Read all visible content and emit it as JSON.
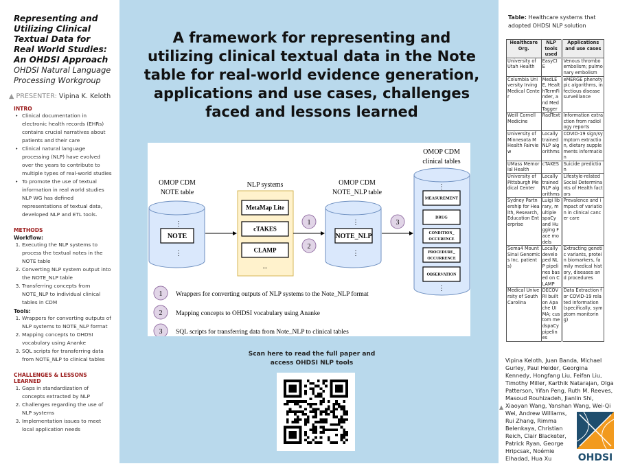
{
  "left": {
    "title": "Representing and Utilizing Clinical Textual Data for Real World Studies: An OHDSI Approach",
    "subtitle": "OHDSI Natural Language Processing Workgroup",
    "presenter_label": "PRESENTER:",
    "presenter_name": "Vipina K. Keloth",
    "intro_heading": "INTRO",
    "intro": [
      "Clinical documentation in electronic health records (EHRs) contains crucial narratives about patients and their care",
      "Clinical natural language processing (NLP) have evolved over the years to contribute to multiple types of real-world studies",
      "To promote the use of textual information in real world studies NLP WG has defined representations of textual data, developed NLP and ETL tools."
    ],
    "methods_heading": "METHODS",
    "workflow_heading": "Workflow:",
    "workflow": [
      "Executing the NLP systems to process the textual notes in the NOTE table",
      "Converting NLP system output into the NOTE_NLP table",
      "Transferring concepts from NOTE_NLP to individual clinical tables in CDM"
    ],
    "tools_heading": "Tools:",
    "tools": [
      "Wrappers for converting outputs of NLP systems to NOTE_NLP format",
      "Mapping concepts to OHDSI vocabulary using Ananke",
      "SQL scripts for transferring data from NOTE_NLP to clinical tables"
    ],
    "challenges_heading": "CHALLENGES & LESSONS LEARNED",
    "challenges": [
      "Gaps in standardization of concepts extracted by NLP",
      "Challenges regarding the use of NLP systems",
      "Implementation issues to meet local application needs"
    ]
  },
  "center": {
    "title": "A framework for representing and utilizing clinical textual data in the Note table for real-world evidence generation, applications and use cases, challenges faced and lessons learned",
    "scan_text": "Scan here to read the full paper and access OHDSI NLP tools"
  },
  "diagram": {
    "note_label": [
      "OMOP CDM",
      "NOTE table"
    ],
    "note_box": "NOTE",
    "nlp_label": "NLP systems",
    "nlp_systems": [
      "MetaMap Lite",
      "cTAKES",
      "CLAMP",
      "..."
    ],
    "note_nlp_label": [
      "OMOP CDM",
      "NOTE_NLP table"
    ],
    "note_nlp_box": "NOTE_NLP",
    "clinical_label": [
      "OMOP CDM",
      "clinical tables"
    ],
    "clinical_tables": [
      [
        "MEASUREMENT"
      ],
      [
        "DRUG"
      ],
      [
        "CONDITION_",
        "OCCURENCE"
      ],
      [
        "PROCEDURE_",
        "OCCURRENCE"
      ],
      [
        "OBSERVATION"
      ]
    ],
    "steps": [
      "1",
      "2",
      "3"
    ],
    "legend": [
      "Wrappers for converting outputs of NLP systems to the Note_NLP format",
      "Mapping concepts to OHDSI vocabulary using Ananke",
      "SQL scripts for transferring data from Note_NLP to clinical tables"
    ],
    "dots": "⋮"
  },
  "right": {
    "caption_bold": "Table:",
    "caption": "Healthcare systems that adopted OHDSI NLP solution",
    "columns": [
      "Healthcare Org.",
      "NLP tools used",
      "Applications and use cases"
    ],
    "rows": [
      [
        "University of Utah Health",
        "EasyCIE",
        "Venous thromboembolism; pulmonary embolism"
      ],
      [
        "Columbia University Irving Medical Center",
        "MedLEE, HealthTermFinder, and MedTagger",
        "eMERGE phenotypic algorithms, infectious disease surveillance"
      ],
      [
        "Weill Cornell Medicine",
        "RadText",
        "Information extraction from radiology reports"
      ],
      [
        "University of Minnesota M Health Fairview",
        "Locally trained NLP algorithms",
        "COVID-19 sign/symptom extraction, dietary supplements information"
      ],
      [
        "UMass Memorial Health",
        "cTAKES",
        "Suicide prediction"
      ],
      [
        "University of Pittsburgh Medical Center",
        "Locally trained NLP algorithms",
        "Lifestyle-related Social Determinants of Health factors"
      ],
      [
        "Sydney Partnership for Health, Research, Education Enterprise",
        "Luigi library, multiple spaCy and Hugging Face models",
        "Prevalence and impact of variation in clinical cancer care"
      ],
      [
        "Sema4 Mount Sinai Genomics Inc. patients)",
        "Locally developed NLP pipelines based on CLAMP",
        "Extracting genetic variants, protein biomarkers, family medical history, diseases and procedures"
      ],
      [
        "Medical University of South Carolina",
        "DECOVRI built on Apache UIMA; custom medspaCy pipelines",
        "Data Extraction for COVID-19 related Information (specifically, symptom monitoring)"
      ]
    ],
    "authors": "Vipina Keloth, Juan Banda, Michael Gurley, Paul Heider, Georgina Kennedy, Hongfang Liu, Feifan Liu, Timothy Miller, Karthik Natarajan, Olga Patterson, Yifan Peng, Ruth M. Reeves, Masoud Rouhizadeh, Jianlin Shi, Xiaoyan Wang, Yanshan Wang, Wei-Qi Wei, Andrew Williams, Rui Zhang, Rimma Belenkaya, Christian Reich, Clair Blacketer, Patrick Ryan, George Hripcsak, Noémie Elhadad, Hua Xu",
    "logo_text": "OHDSI"
  },
  "colors": {
    "panel": "#b9d9ec",
    "section": "#9b1b1b",
    "cylinder": "#dae8fc",
    "nlp_box": "#fff2cc",
    "step_circle": "#e1d5e7",
    "logo_blue": "#1f4e6e",
    "logo_orange": "#f29a1e"
  }
}
